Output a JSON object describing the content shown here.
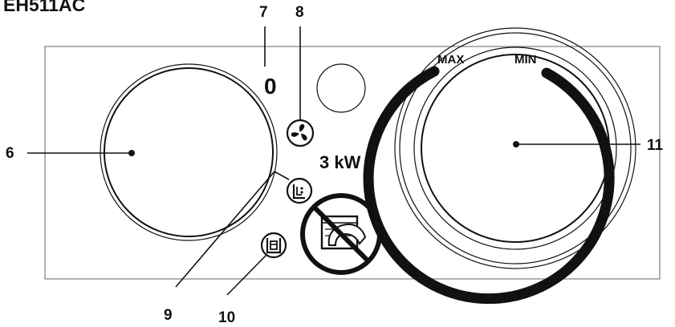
{
  "model": "EH511AC",
  "callouts": {
    "c6": "6",
    "c7": "7",
    "c8": "8",
    "c9": "9",
    "c10": "10",
    "c11": "11"
  },
  "panel": {
    "indicator_glyph": "0",
    "power_label": "3 kW",
    "thermostat_max": "MAX",
    "thermostat_min": "MIN"
  },
  "icons": {
    "fan": "fan-icon",
    "frost": "frost-mode-icon",
    "comfort": "comfort-mode-icon",
    "no_cover": "do-not-cover-icon"
  },
  "colors": {
    "ink": "#111111",
    "panel_border": "#888888",
    "background": "#ffffff"
  }
}
